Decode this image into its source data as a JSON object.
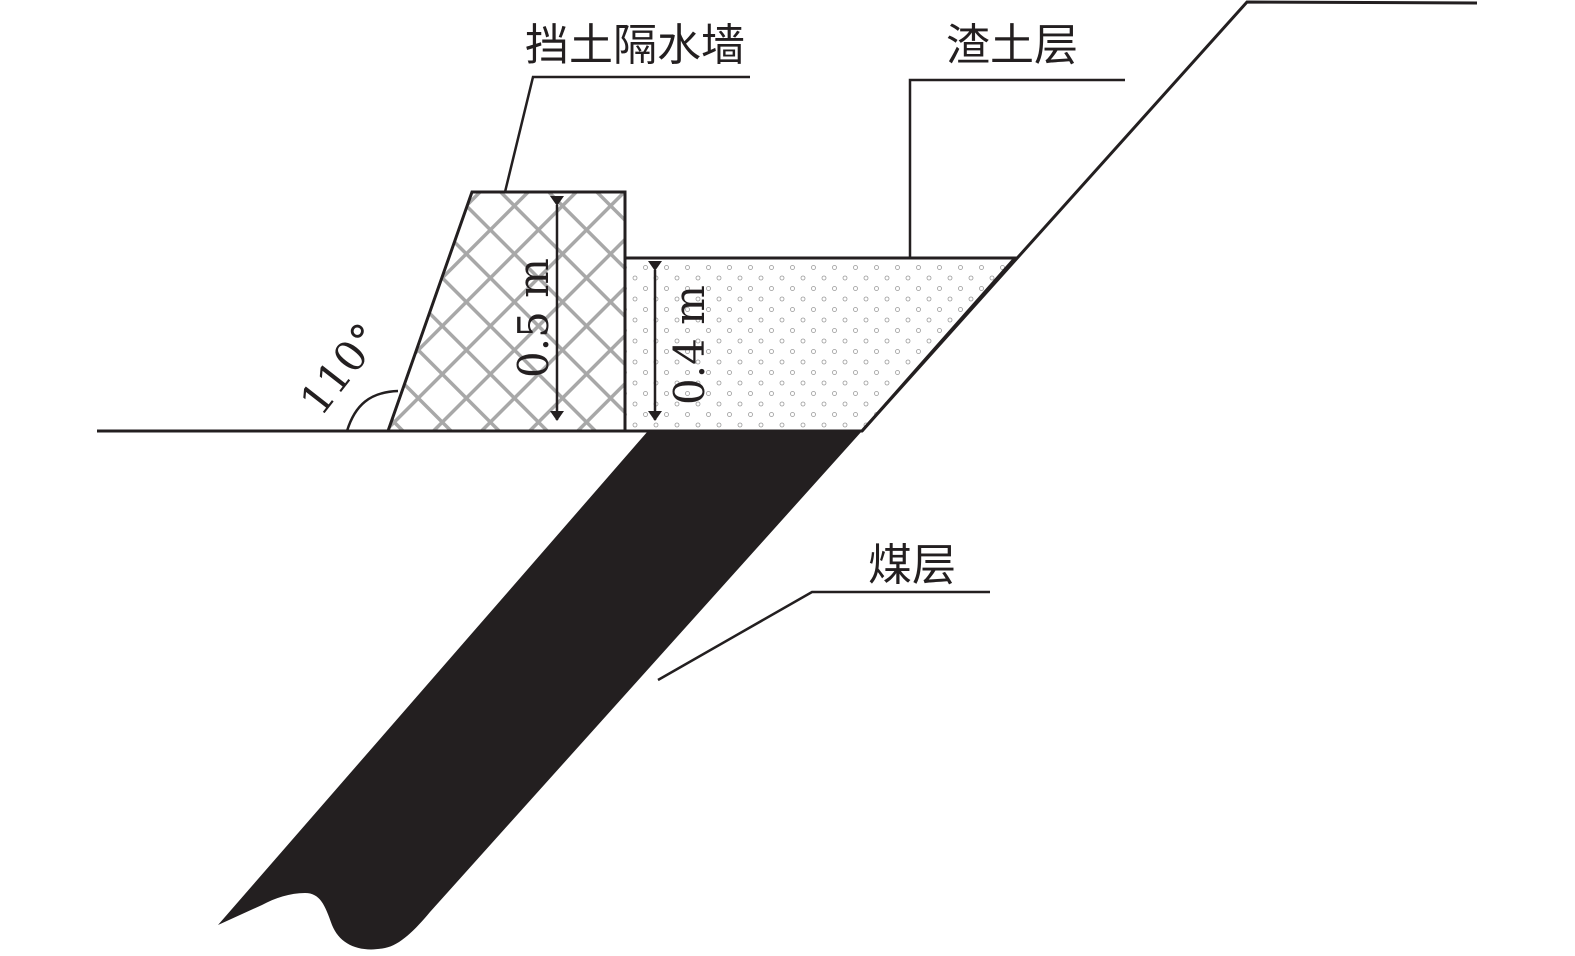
{
  "labels": {
    "wall": "挡土隔水墙",
    "spoil_layer": "渣土层",
    "coal_seam": "煤层",
    "angle": "110°",
    "wall_height": "0.5 m",
    "spoil_height": "0.4 m"
  },
  "colors": {
    "line": "#231f20",
    "hatch": "#a8a8a8",
    "coal": "#231f20",
    "dots": "#9a9a9a"
  }
}
